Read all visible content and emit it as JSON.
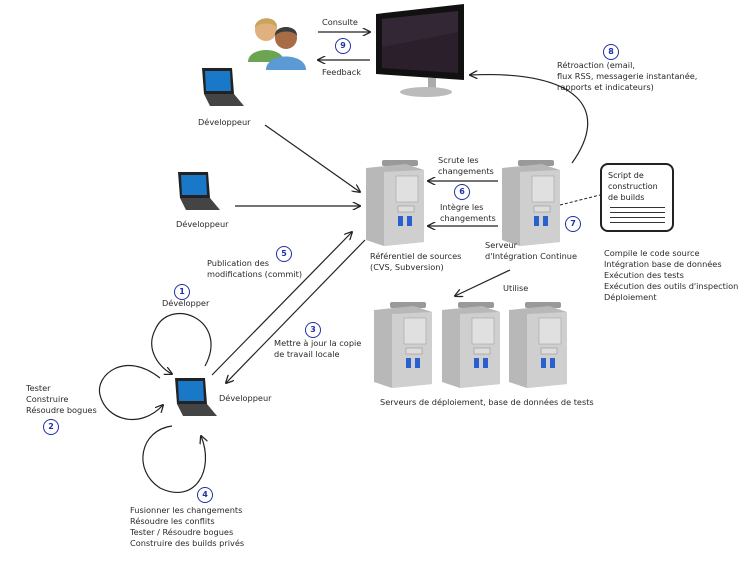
{
  "diagram": {
    "title": "Intégration Continue",
    "nodes": {
      "users": {
        "icon": "users-icon"
      },
      "monitor": {
        "icon": "monitor-icon"
      },
      "dev_top": {
        "label": "Développeur",
        "icon": "laptop-icon"
      },
      "dev_mid": {
        "label": "Développeur",
        "icon": "laptop-icon"
      },
      "dev_main": {
        "label": "Développeur",
        "icon": "laptop-icon"
      },
      "repo": {
        "label_line1": "Référentiel de sources",
        "label_line2": "(CVS, Subversion)",
        "icon": "server-icon"
      },
      "ci_server": {
        "label_line1": "Serveur",
        "label_line2": "d'Intégration Continue",
        "icon": "server-icon"
      },
      "deploy_servers": {
        "label": "Serveurs de déploiement, base de données de tests",
        "count": 3,
        "icon": "server-icon"
      },
      "build_script": {
        "line1": "Script de",
        "line2": "construction",
        "line3": "de builds",
        "icon": "document-icon"
      }
    },
    "edges": {
      "consulte": "Consulte",
      "feedback": "Feedback",
      "scrute_l1": "Scrute les",
      "scrute_l2": "changements",
      "integre_l1": "Intègre les",
      "integre_l2": "changements",
      "utilise": "Utilise",
      "publication_l1": "Publication des",
      "publication_l2": "modifications (commit)",
      "mettre_l1": "Mettre à jour la copie",
      "mettre_l2": "de travail locale",
      "developper": "Développer",
      "retroaction_l1": "Rétroaction (email,",
      "retroaction_l2": "flux RSS, messagerie instantanée,",
      "retroaction_l3": "rapports et indicateurs)"
    },
    "loop2": [
      "Tester",
      "Construire",
      "Résoudre bogues"
    ],
    "loop4": [
      "Fusionner les changements",
      "Résoudre les conflits",
      "Tester / Résoudre bogues",
      "Construire des builds privés"
    ],
    "ci_tasks": [
      "Compile le code source",
      "Intégration base de données",
      "Exécution des tests",
      "Exécution des outils d'inspection",
      "Déploiement"
    ],
    "steps": [
      "1",
      "2",
      "3",
      "4",
      "5",
      "6",
      "7",
      "8",
      "9"
    ],
    "colors": {
      "step_circle": "#1f2fa8",
      "line": "#222222"
    }
  }
}
